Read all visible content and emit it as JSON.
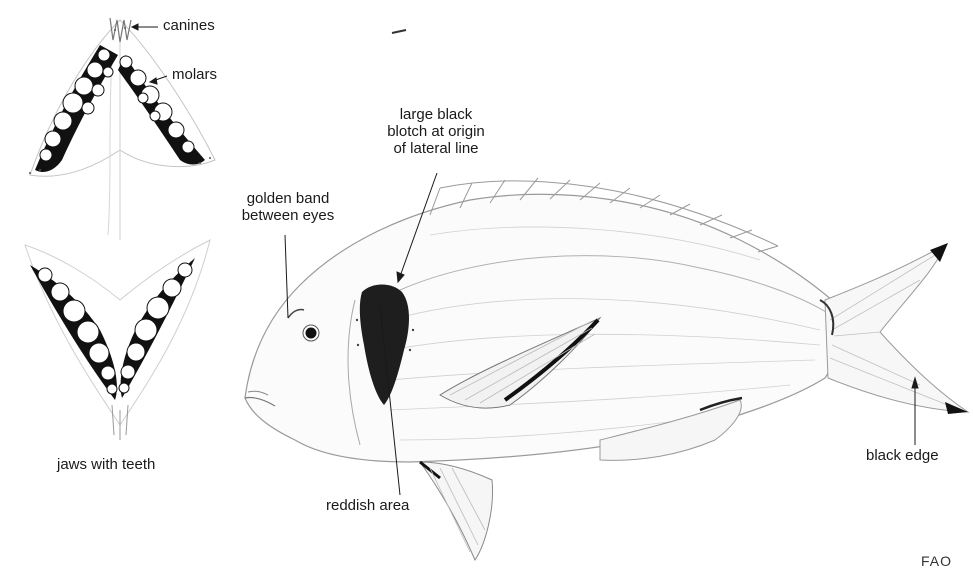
{
  "labels": {
    "canines": "canines",
    "molars": "molars",
    "blotch": [
      "large black",
      "blotch at origin",
      "of lateral line"
    ],
    "golden_band": [
      "golden band",
      "between eyes"
    ],
    "jaws": "jaws with teeth",
    "reddish": "reddish area",
    "black_edge": "black edge"
  },
  "credit": "FAO",
  "colors": {
    "ink": "#1a1a1a",
    "sketch": "#9a9a9a",
    "blotch": "#1e1e1e"
  }
}
